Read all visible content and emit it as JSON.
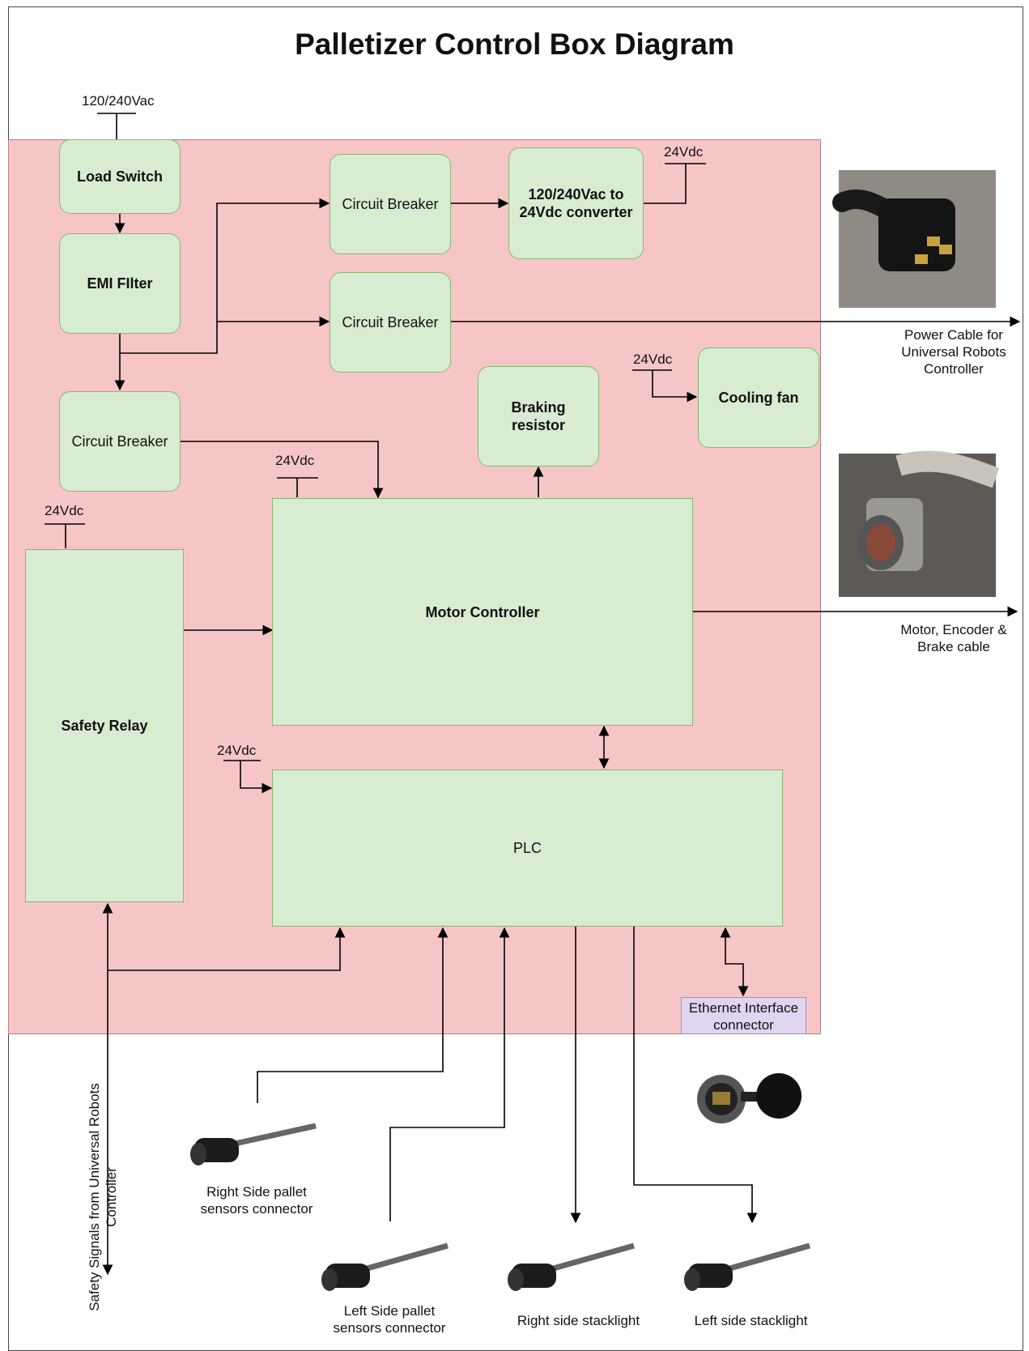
{
  "title": "Palletizer Control Box Diagram",
  "boxes": {
    "load_switch": "Load Switch",
    "emi_filter": "EMI FIlter",
    "cb_left": "Circuit Breaker",
    "cb_top": "Circuit Breaker",
    "cb_mid": "Circuit Breaker",
    "converter": "120/240Vac to 24Vdc converter",
    "braking_resistor": "Braking resistor",
    "cooling_fan": "Cooling fan",
    "motor_controller": "Motor Controller",
    "safety_relay": "Safety Relay",
    "plc": "PLC",
    "ethernet": "Ethernet Interface connector"
  },
  "supply_labels": {
    "mains": "120/240Vac",
    "dc_converter": "24Vdc",
    "dc_fan": "24Vdc",
    "dc_motor": "24Vdc",
    "dc_relay": "24Vdc",
    "dc_plc": "24Vdc"
  },
  "external": {
    "power_cable": "Power Cable for Universal Robots Controller",
    "motor_cable": "Motor, Encoder & Brake cable",
    "safety_signals": "Safety Signals from Universal Robots Controller",
    "right_pallet": "Right Side pallet sensors connector",
    "left_pallet": "Left Side pallet sensors connector",
    "right_stacklight": "Right side stacklight",
    "left_stacklight": "Left side stacklight"
  },
  "colors": {
    "panel": "#f6c6c6",
    "box_fill": "#d8ecd2",
    "box_border": "#86b870",
    "ethernet_fill": "#e0d5f0"
  }
}
